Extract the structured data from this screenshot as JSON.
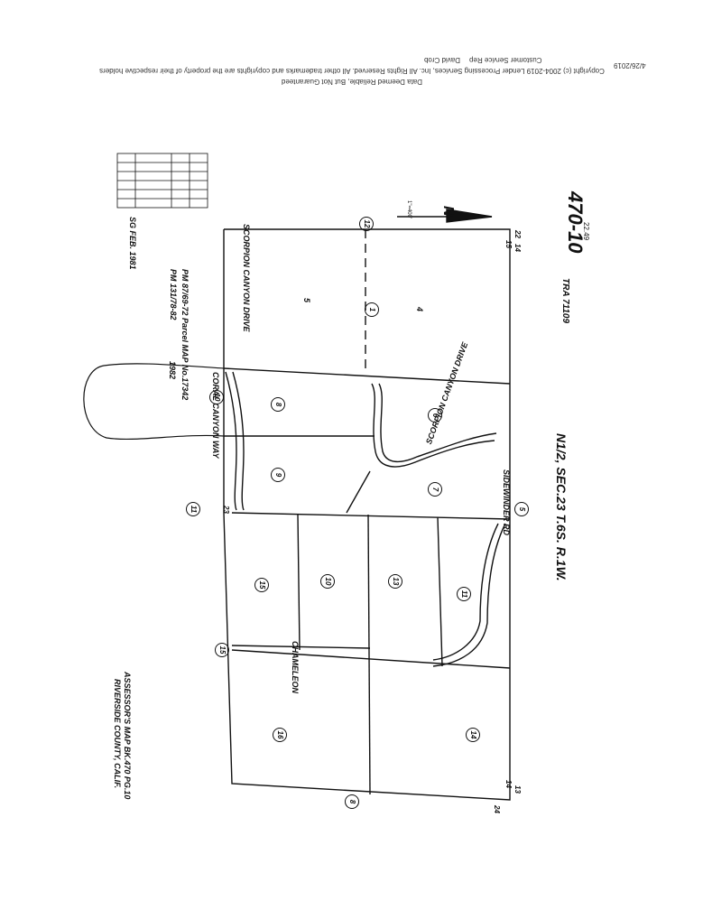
{
  "header": {
    "line1": "Copyright (c) 2004-2019 Lender Processing Services, Inc. All Rights Reserved. All other trademarks and copyrights are the property of their respective holders",
    "line2": "Data Deemed Reliable, But Not Guaranteed",
    "rep_label": "Customer Service Rep",
    "rep_name": "David Crob",
    "date": "4/26/2019"
  },
  "map": {
    "book_page": "470-10",
    "book_page_sup": "22.49",
    "tra": "TRA 71109",
    "section": "N1/2, SEC.23 T.6S. R.1W.",
    "assessor": "ASSESSOR'S MAP BK.470 PG.10",
    "county": "RIVERSIDE COUNTY, CALIF.",
    "pm1": "PM 87/69-72 Parcel MAP No.17342",
    "pm2": "PM 131/78-82",
    "pm_date": "1982",
    "date_note": "SG FEB. 1981",
    "north": "N",
    "north_scale": "1\"=400'",
    "streets": {
      "scorpion_drive": "SCORPION CANYON DRIVE",
      "scorpion_canyon": "SCORPION CANYON DRIVE",
      "sidewinder": "SIDEWINDER RD",
      "coral": "CORAL CANYON WAY",
      "chameleon": "CHAMELEON"
    },
    "circled": [
      "12",
      "10",
      "11",
      "5",
      "15",
      "8"
    ],
    "parcels": [
      "1",
      "4",
      "5",
      "6",
      "7",
      "8",
      "9",
      "10",
      "11",
      "13",
      "14",
      "15",
      "16"
    ],
    "corner_numbers": {
      "a": "22",
      "b": "15",
      "c": "14",
      "d": "13",
      "e": "24",
      "f": "14",
      "g": "23"
    }
  }
}
